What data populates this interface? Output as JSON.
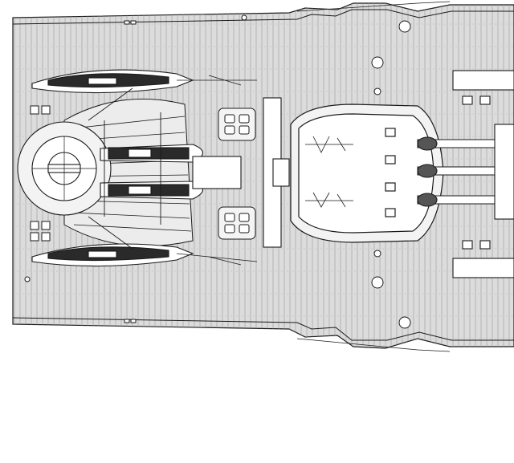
{
  "drawing": {
    "subject": "ship-deck-plan",
    "line_color": "#1a1a1a",
    "deck_color": "#dcdcdc",
    "plank_color": "#9a9a9a",
    "paper_color": "#ffffff",
    "boat_fill_color": "#2a2a2a",
    "hatch_fill_color": "#f4f4f4",
    "parts": {
      "boats": 4,
      "gun_barrels": 3,
      "deck_hatches": 2,
      "ventilators": 6,
      "bollards": 6
    }
  }
}
